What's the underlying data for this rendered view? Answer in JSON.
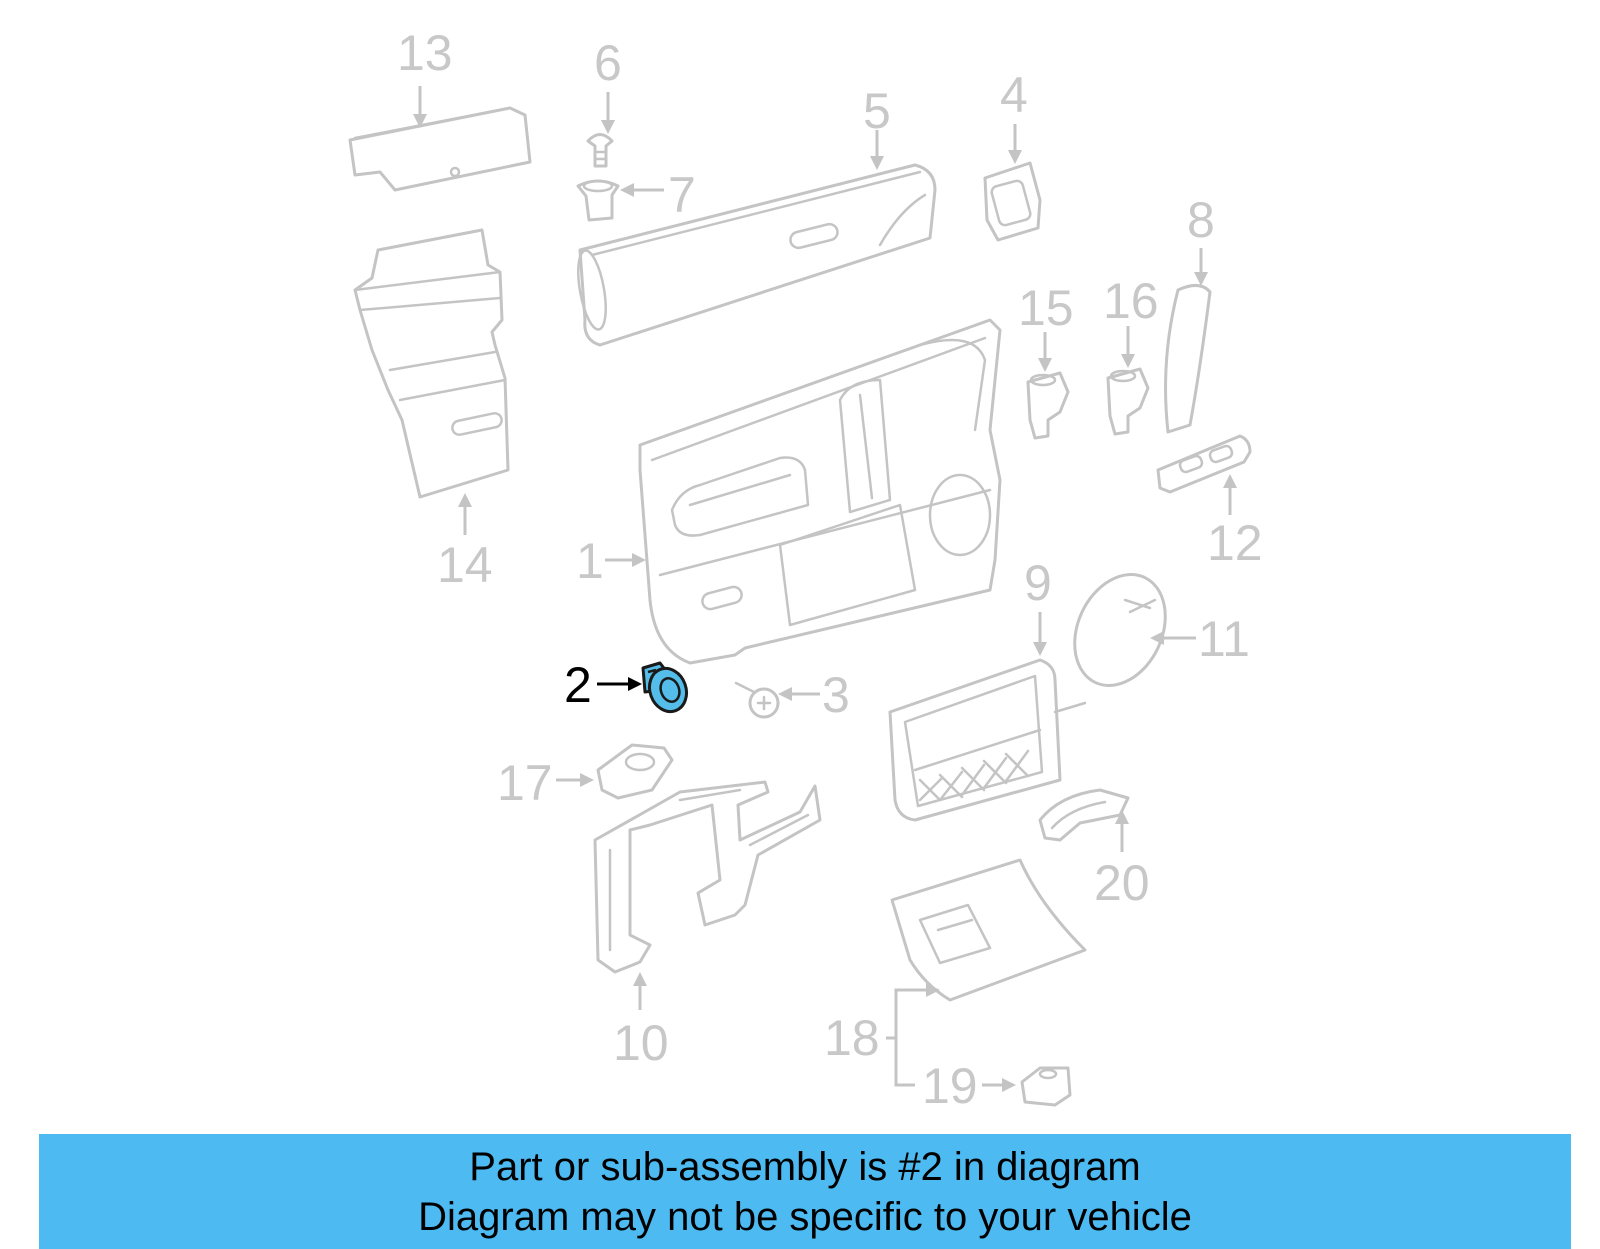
{
  "diagram": {
    "callouts": [
      {
        "id": "1",
        "label": "1"
      },
      {
        "id": "2",
        "label": "2"
      },
      {
        "id": "3",
        "label": "3"
      },
      {
        "id": "4",
        "label": "4"
      },
      {
        "id": "5",
        "label": "5"
      },
      {
        "id": "6",
        "label": "6"
      },
      {
        "id": "7",
        "label": "7"
      },
      {
        "id": "8",
        "label": "8"
      },
      {
        "id": "9",
        "label": "9"
      },
      {
        "id": "10",
        "label": "10"
      },
      {
        "id": "11",
        "label": "11"
      },
      {
        "id": "12",
        "label": "12"
      },
      {
        "id": "13",
        "label": "13"
      },
      {
        "id": "14",
        "label": "14"
      },
      {
        "id": "15",
        "label": "15"
      },
      {
        "id": "16",
        "label": "16"
      },
      {
        "id": "17",
        "label": "17"
      },
      {
        "id": "18",
        "label": "18"
      },
      {
        "id": "19",
        "label": "19"
      },
      {
        "id": "20",
        "label": "20"
      }
    ],
    "highlighted_part": "2",
    "highlight_color": "#55bde9",
    "callout_color": "#c8c8c8",
    "active_callout_color": "#000000"
  },
  "banner": {
    "line1": "Part or sub-assembly is #2 in diagram",
    "line2": "Diagram may not be specific to your vehicle",
    "color": "#4dbaf2"
  }
}
